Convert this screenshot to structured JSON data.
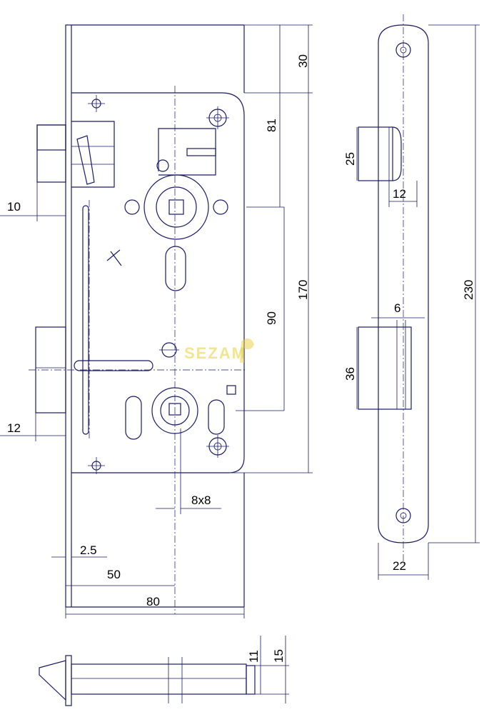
{
  "dimensions": {
    "faceplate_top_offset": "30",
    "backset_to_spindle_from_top": "81",
    "spindle_to_keyhole": "90",
    "case_height": "170",
    "faceplate_length": "230",
    "strike_latch_height": "25",
    "strike_latch_width": "12",
    "strike_bolt_gap": "6",
    "strike_bolt_height": "36",
    "strike_width": "22",
    "latch_projection": "10",
    "bolt_projection": "12",
    "spindle_size": "8x8",
    "faceplate_thickness": "2.5",
    "backset": "50",
    "case_width": "80",
    "case_thickness_inner": "11",
    "case_thickness_outer": "15"
  },
  "watermark": {
    "text": "SEZAM",
    "color": "#e6cf3a"
  },
  "colors": {
    "line": "#1a1a66",
    "text": "#000000",
    "background": "#ffffff"
  }
}
